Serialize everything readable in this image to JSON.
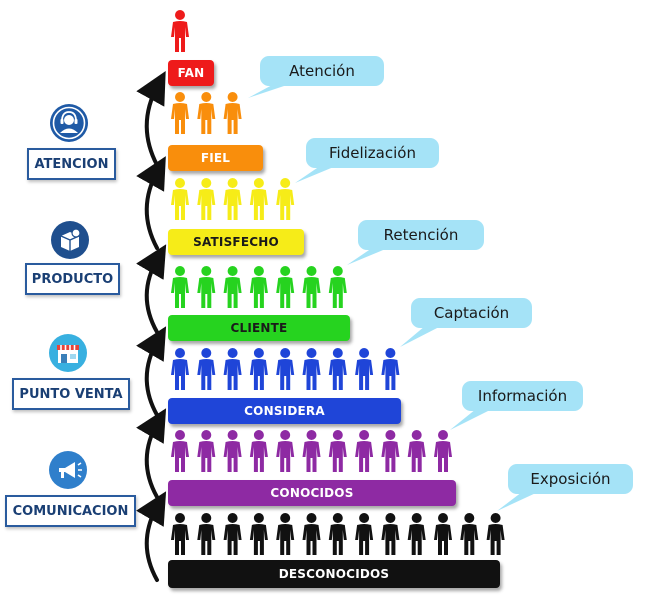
{
  "levels": [
    {
      "label": "DESCONOCIDOS",
      "color": "#111111",
      "text_color": "#ffffff",
      "people": 13,
      "bubble": "Exposición"
    },
    {
      "label": "CONOCIDOS",
      "color": "#8e2aa3",
      "text_color": "#ffffff",
      "people": 11,
      "bubble": "Información"
    },
    {
      "label": "CONSIDERA",
      "color": "#1f45d8",
      "text_color": "#ffffff",
      "people": 9,
      "bubble": "Captación"
    },
    {
      "label": "CLIENTE",
      "color": "#26d31f",
      "text_color": "#1a1a1a",
      "people": 7,
      "bubble": "Retención"
    },
    {
      "label": "SATISFECHO",
      "color": "#f6ec18",
      "text_color": "#1a1a1a",
      "people": 5,
      "bubble": "Fidelización"
    },
    {
      "label": "FIEL",
      "color": "#f98e0c",
      "text_color": "#ffffff",
      "people": 3,
      "bubble": "Atención"
    },
    {
      "label": "FAN",
      "color": "#ee1b1b",
      "text_color": "#ffffff",
      "people": 1,
      "bubble": ""
    }
  ],
  "bubble_color": "#a5e3f7",
  "box_color": "#2a5b9e",
  "categories": [
    {
      "label": "ATENCION",
      "icon": "headset-agent-icon",
      "icon_color": "#1f5aa6"
    },
    {
      "label": "PRODUCTO",
      "icon": "product-box-icon",
      "icon_color": "#1f4f8e"
    },
    {
      "label": "PUNTO VENTA",
      "icon": "storefront-icon",
      "icon_color": "#38b0e0"
    },
    {
      "label": "COMUNICACION",
      "icon": "megaphone-icon",
      "icon_color": "#2f7fcb"
    }
  ]
}
